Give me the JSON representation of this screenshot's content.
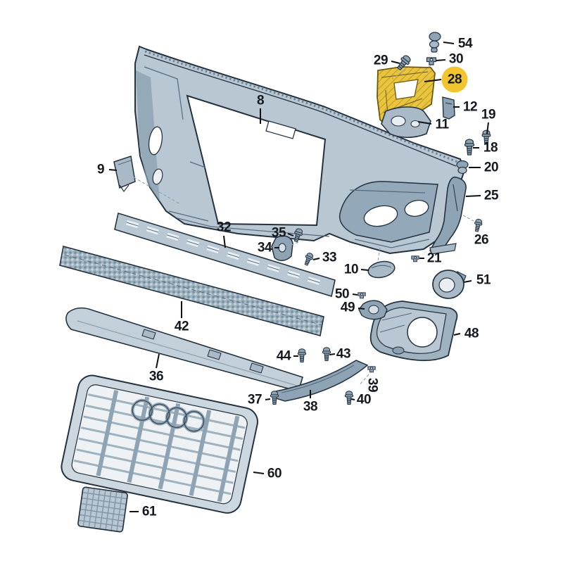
{
  "diagram": {
    "type": "exploded-parts-diagram",
    "subject": "Front bumper assembly parts diagram",
    "background_color": "#ffffff",
    "part_fill_color": "#b9c7d3",
    "part_shade_color": "#8aa0b0",
    "part_light_color": "#e8eef2",
    "outline_color": "#243240",
    "label_color": "#14191f",
    "leader_color": "#111111",
    "highlight": {
      "part_number": "28",
      "circle_color": "#f0c52f",
      "part_color": "#e9c441"
    },
    "callouts": [
      {
        "number": "8"
      },
      {
        "number": "9"
      },
      {
        "number": "10"
      },
      {
        "number": "11"
      },
      {
        "number": "12"
      },
      {
        "number": "18"
      },
      {
        "number": "19"
      },
      {
        "number": "20"
      },
      {
        "number": "21"
      },
      {
        "number": "25"
      },
      {
        "number": "26"
      },
      {
        "number": "28",
        "highlighted": true
      },
      {
        "number": "29"
      },
      {
        "number": "30"
      },
      {
        "number": "32"
      },
      {
        "number": "33"
      },
      {
        "number": "34"
      },
      {
        "number": "35"
      },
      {
        "number": "36"
      },
      {
        "number": "37"
      },
      {
        "number": "38"
      },
      {
        "number": "39"
      },
      {
        "number": "40"
      },
      {
        "number": "42"
      },
      {
        "number": "43"
      },
      {
        "number": "44"
      },
      {
        "number": "48"
      },
      {
        "number": "49"
      },
      {
        "number": "50"
      },
      {
        "number": "51"
      },
      {
        "number": "54"
      },
      {
        "number": "60"
      },
      {
        "number": "61"
      }
    ],
    "parts": [
      {
        "id": "8",
        "name": "bumper-cover"
      },
      {
        "id": "9",
        "name": "tow-hook-cover"
      },
      {
        "id": "10",
        "name": "washer-cover"
      },
      {
        "id": "11",
        "name": "headlight-bracket"
      },
      {
        "id": "12",
        "name": "side-bracket"
      },
      {
        "id": "18",
        "name": "bolt"
      },
      {
        "id": "19",
        "name": "bolt"
      },
      {
        "id": "20",
        "name": "grommet-nut"
      },
      {
        "id": "21",
        "name": "clip"
      },
      {
        "id": "25",
        "name": "side-guide-bracket"
      },
      {
        "id": "26",
        "name": "bolt"
      },
      {
        "id": "28",
        "name": "mounting-bracket-highlighted"
      },
      {
        "id": "29",
        "name": "screw"
      },
      {
        "id": "30",
        "name": "clip"
      },
      {
        "id": "32",
        "name": "slotted-crossbar"
      },
      {
        "id": "33",
        "name": "screw"
      },
      {
        "id": "34",
        "name": "retainer-bracket"
      },
      {
        "id": "35",
        "name": "screw"
      },
      {
        "id": "36",
        "name": "lower-trim-strip"
      },
      {
        "id": "37",
        "name": "screw"
      },
      {
        "id": "38",
        "name": "corner-trim-strip"
      },
      {
        "id": "39",
        "name": "clip"
      },
      {
        "id": "40",
        "name": "screw"
      },
      {
        "id": "42",
        "name": "impact-absorber-bar"
      },
      {
        "id": "43",
        "name": "screw"
      },
      {
        "id": "44",
        "name": "screw"
      },
      {
        "id": "48",
        "name": "fog-light-grille"
      },
      {
        "id": "49",
        "name": "sensor-holder"
      },
      {
        "id": "50",
        "name": "clip"
      },
      {
        "id": "51",
        "name": "grommet-ring"
      },
      {
        "id": "54",
        "name": "sensor-clip"
      },
      {
        "id": "60",
        "name": "radiator-grille"
      },
      {
        "id": "61",
        "name": "mesh-insert"
      }
    ]
  }
}
